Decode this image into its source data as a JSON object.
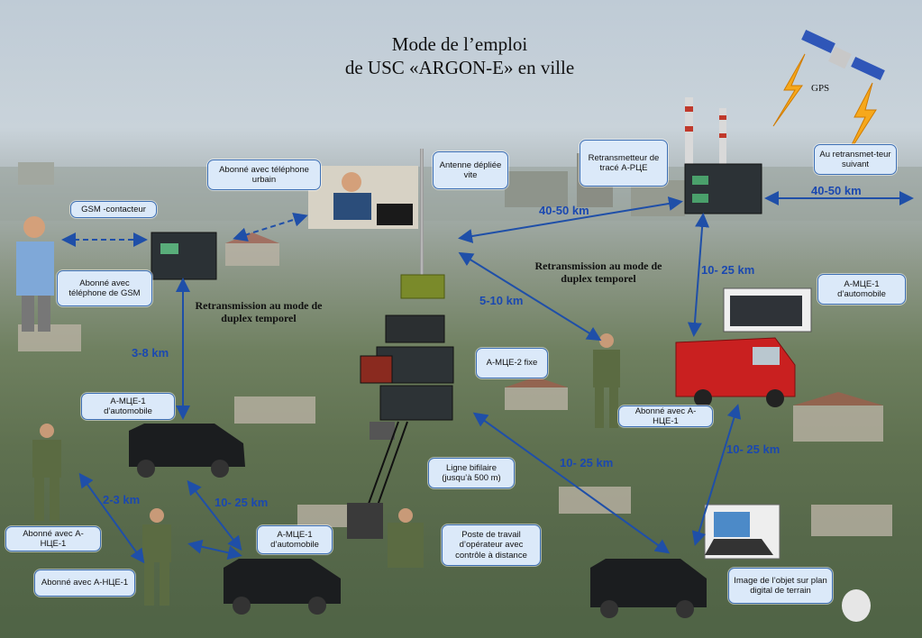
{
  "title": {
    "line1": "Mode de l’emploi",
    "line2": "de USC «ARGON-E» en ville"
  },
  "gps_label": "GPS",
  "callouts": {
    "gsm_contact": "GSM -contacteur",
    "urban_phone": "Abonné avec téléphone urbain",
    "antenna": "Antenne dépliée vite",
    "retransmitter": "Retransmetteur de tracé А-РЦЕ",
    "next_retrans": "Au retransmet-teur suivant",
    "gsm_subscriber": "Abonné avec téléphone de GSM",
    "amce1_right": "А-МЦЕ-1 d’automobile",
    "amce2": "А-МЦЕ-2 fixe",
    "ance_right": "Abonné avec А-НЦЕ-1",
    "amce1_left": "А-МЦЕ-1 d’automobile",
    "bifilar": "Ligne bifilaire (jusqu’à 500 m)",
    "workstation": "Poste de travail d’opérateur avec contrôle à distance",
    "amce1_bottom": "А-МЦЕ-1 d’automobile",
    "ance_left1": "Abonné avec А-НЦЕ-1",
    "ance_left2": "Abonné avec А-НЦЕ-1",
    "map_image": "Image de l’objet sur plan digital de terrain"
  },
  "distances": {
    "d40_50_a": "40-50 km",
    "d40_50_b": "40-50 km",
    "d10_25_a": "10- 25 km",
    "d5_10": "5-10 km",
    "d3_8": "3-8 km",
    "d2_3": "2-3 km",
    "d10_25_b": "10- 25 km",
    "d10_25_c": "10- 25 km",
    "d10_25_d": "10- 25 km"
  },
  "notes": {
    "duplex_left": "Retransmission au mode de duplex temporel",
    "duplex_right": "Retransmission au mode de duplex temporel"
  },
  "colors": {
    "arrow": "#1f4fa8",
    "callout_fill": "#dbe9f9",
    "callout_border": "#3d6fb4",
    "distance_text": "#1a48b0"
  }
}
